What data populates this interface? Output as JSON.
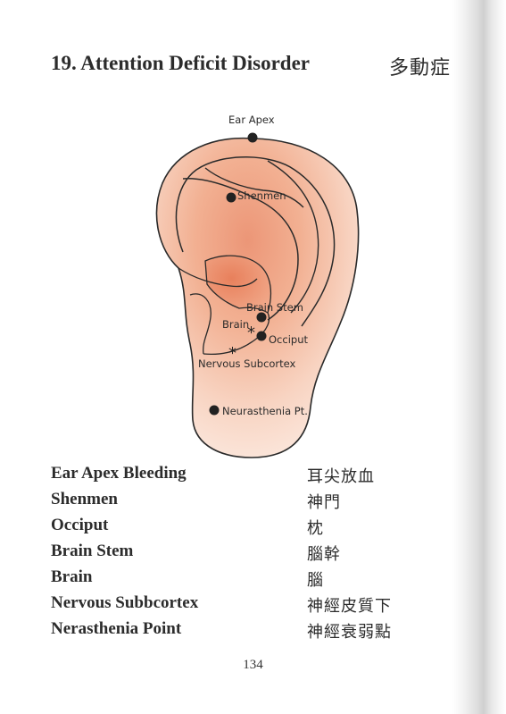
{
  "page": {
    "title": "19. Attention Deficit Disorder",
    "title_cn": "多動症",
    "page_number": "134"
  },
  "diagram": {
    "labels": {
      "ear_apex": "Ear Apex",
      "shenmen": "Shenmen",
      "brain_stem": "Brain Stem",
      "brain": "Brain",
      "occiput": "Occiput",
      "nervous_subcortex": "Nervous Subcortex",
      "neurasthenia": "Neurasthenia Pt."
    },
    "colors": {
      "skin_light": "#fbe7dc",
      "skin_mid": "#f3b597",
      "skin_deep": "#e98a66",
      "outline": "#2a2a2a"
    }
  },
  "points": [
    {
      "en": "Ear Apex Bleeding",
      "cn": "耳尖放血"
    },
    {
      "en": "Shenmen",
      "cn": "神門"
    },
    {
      "en": "Occiput",
      "cn": "枕"
    },
    {
      "en": "Brain Stem",
      "cn": "腦幹"
    },
    {
      "en": "Brain",
      "cn": "腦"
    },
    {
      "en": "Nervous Subbcortex",
      "cn": "神經皮質下"
    },
    {
      "en": "Nerasthenia Point",
      "cn": "神經衰弱點"
    }
  ]
}
